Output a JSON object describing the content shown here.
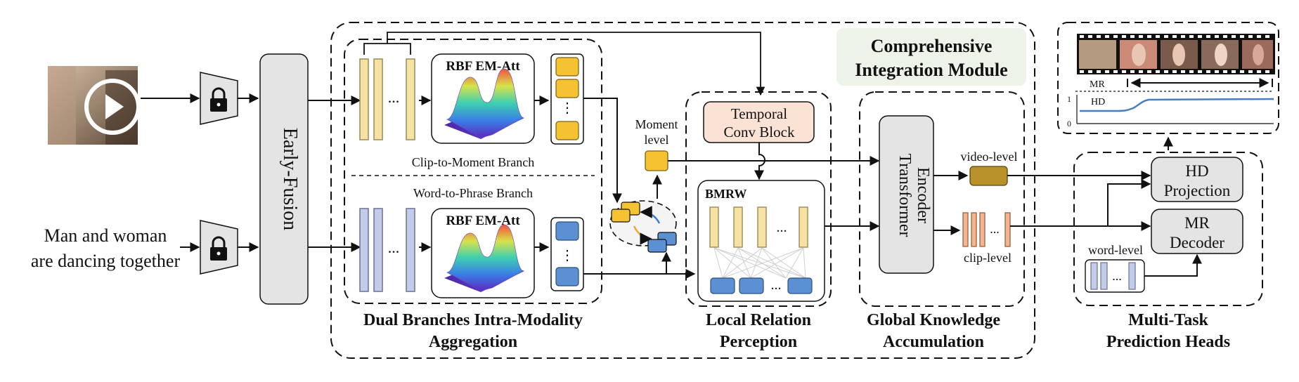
{
  "input": {
    "query_text_line1": "Man and woman",
    "query_text_line2": "are dancing together"
  },
  "early_fusion": {
    "label": "Early-Fusion"
  },
  "dual_branch": {
    "att_label_top": "RBF EM-Att",
    "att_label_bottom": "RBF EM-Att",
    "clip_branch": "Clip-to-Moment Branch",
    "word_branch": "Word-to-Phrase Branch",
    "caption_line1": "Dual Branches Intra-Modality",
    "caption_line2": "Aggregation",
    "ellipsis": "..."
  },
  "comprehensive": {
    "title_line1": "Comprehensive",
    "title_line2": "Integration Module"
  },
  "moment": {
    "line1": "Moment",
    "line2": "level"
  },
  "local": {
    "temporal_line1": "Temporal",
    "temporal_line2": "Conv Block",
    "bmrw": "BMRW",
    "caption_line1": "Local Relation",
    "caption_line2": "Perception"
  },
  "global": {
    "encoder_line1": "Transformer",
    "encoder_line2": "Encoder",
    "video_level": "video-level",
    "clip_level": "clip-level",
    "caption_line1": "Global Knowledge",
    "caption_line2": "Accumulation"
  },
  "heads": {
    "hd_line1": "HD",
    "hd_line2": "Projection",
    "mr_line1": "MR",
    "mr_line2": "Decoder",
    "word_level": "word-level",
    "caption_line1": "Multi-Task",
    "caption_line2": "Prediction Heads"
  },
  "output": {
    "mr_label": "MR",
    "hd_label": "HD",
    "y_top": "1",
    "y_bottom": "0"
  },
  "colors": {
    "yellow_fill": "#f6e3a4",
    "yellow_stroke": "#9a8a55",
    "blue_fill": "#c2cbe8",
    "blue_stroke": "#6a7296",
    "orange_box": "#f5c232",
    "blue_box": "#5b90d2",
    "gold_video": "#b89128",
    "peach_temporal": "#fae3d5",
    "salmon_clip": "#f3b48f",
    "gray_box": "#e6e6e6",
    "module_bg": "#eef3ea",
    "hd_curve": "#4a7cc4"
  }
}
